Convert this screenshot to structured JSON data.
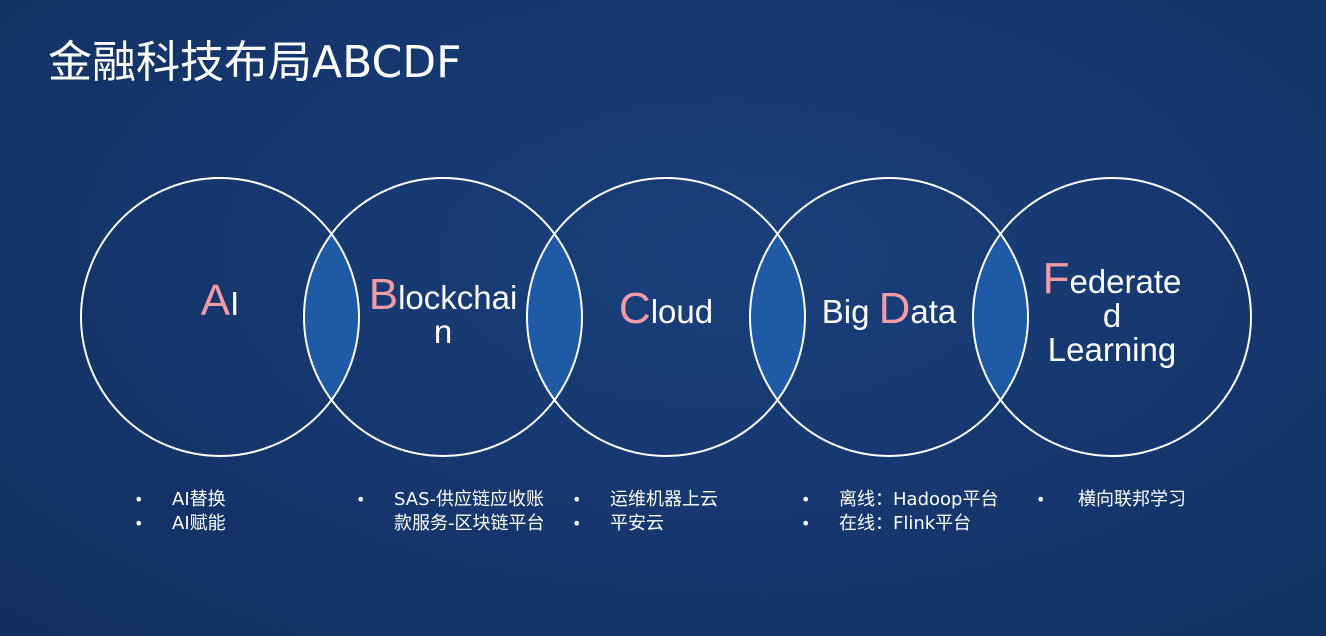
{
  "title": "金融科技布局ABCDF",
  "colors": {
    "accent": "#f19aa8",
    "overlap_fill": "#1e5aa5",
    "circle_stroke": "#ffffff"
  },
  "circles": [
    {
      "cap": "A",
      "rest_lines": [
        "I"
      ],
      "bullets": [
        "AI替换",
        "AI赋能"
      ]
    },
    {
      "cap": "B",
      "rest_lines": [
        "lockchai",
        "n"
      ],
      "bullets": [
        "SAS-供应链应收账款服务-区块链平台"
      ]
    },
    {
      "cap": "C",
      "rest_lines": [
        "loud"
      ],
      "bullets": [
        "运维机器上云",
        "平安云"
      ]
    },
    {
      "prefix": "Big ",
      "cap": "D",
      "rest_lines": [
        "ata"
      ],
      "bullets": [
        "离线：Hadoop平台",
        "在线：Flink平台"
      ]
    },
    {
      "cap": "F",
      "rest_lines": [
        "ederate",
        "d",
        "Learning"
      ],
      "bullets": [
        "横向联邦学习"
      ]
    }
  ]
}
